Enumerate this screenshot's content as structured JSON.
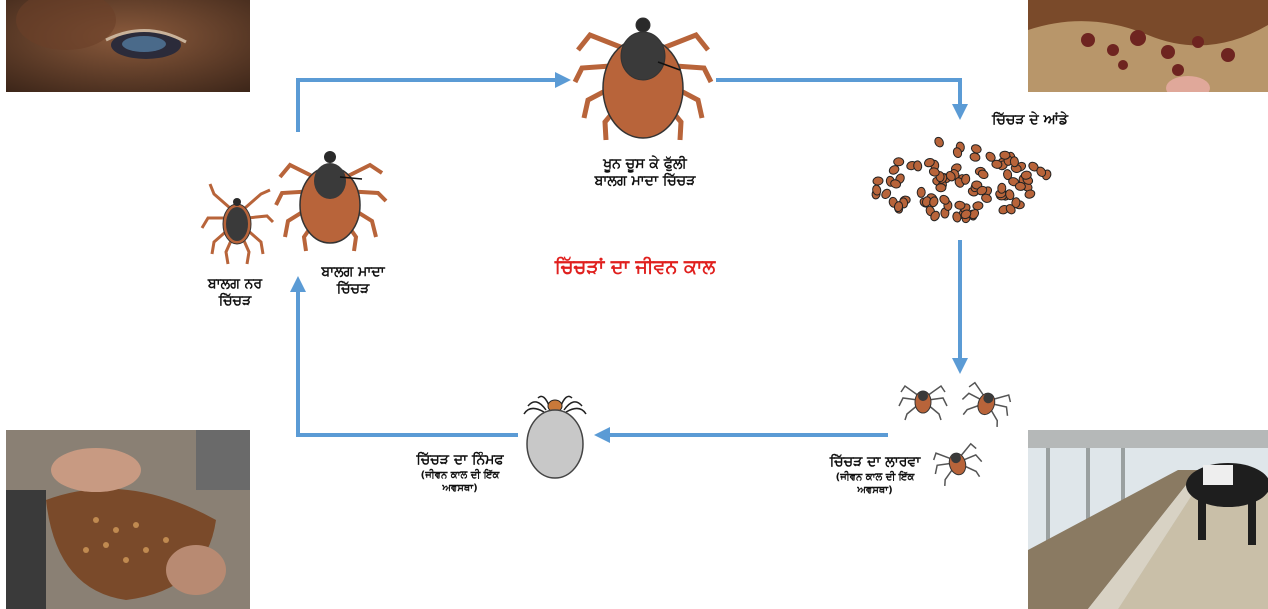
{
  "title": "ਚਿੱਚੜਾਂ ਦਾ ਜੀਵਨ ਕਾਲ",
  "stages": {
    "engorged_female": "ਖੂਨ ਚੂਸ ਕੇ ਫੁੱਲੀ\nਬਾਲਗ ਮਾਦਾ ਚਿੱਚੜ",
    "eggs": "ਚਿੱਚੜ ਦੇ ਆਂਡੇ",
    "larva": "ਚਿੱਚੜ ਦਾ ਲਾਰਵਾ",
    "larva_note": "(ਜੀਵਨ ਕਾਲ ਦੀ ਇੱਕ\nਅਵਸਥਾ)",
    "nymph": "ਚਿੱਚੜ ਦਾ ਨਿੰਮਫ",
    "nymph_note": "(ਜੀਵਨ ਕਾਲ ਦੀ ਇੱਕ\nਅਵਸਥਾ)",
    "adult_male": "ਬਾਲਗ ਨਰ\nਚਿੱਚੜ",
    "adult_female": "ਬਾਲਗ ਮਾਦਾ\nਚਿੱਚੜ"
  },
  "colors": {
    "arrow": "#5b9bd5",
    "title": "#e0201e",
    "tick_body": "#b8643a",
    "tick_shield": "#3a3a3a"
  }
}
